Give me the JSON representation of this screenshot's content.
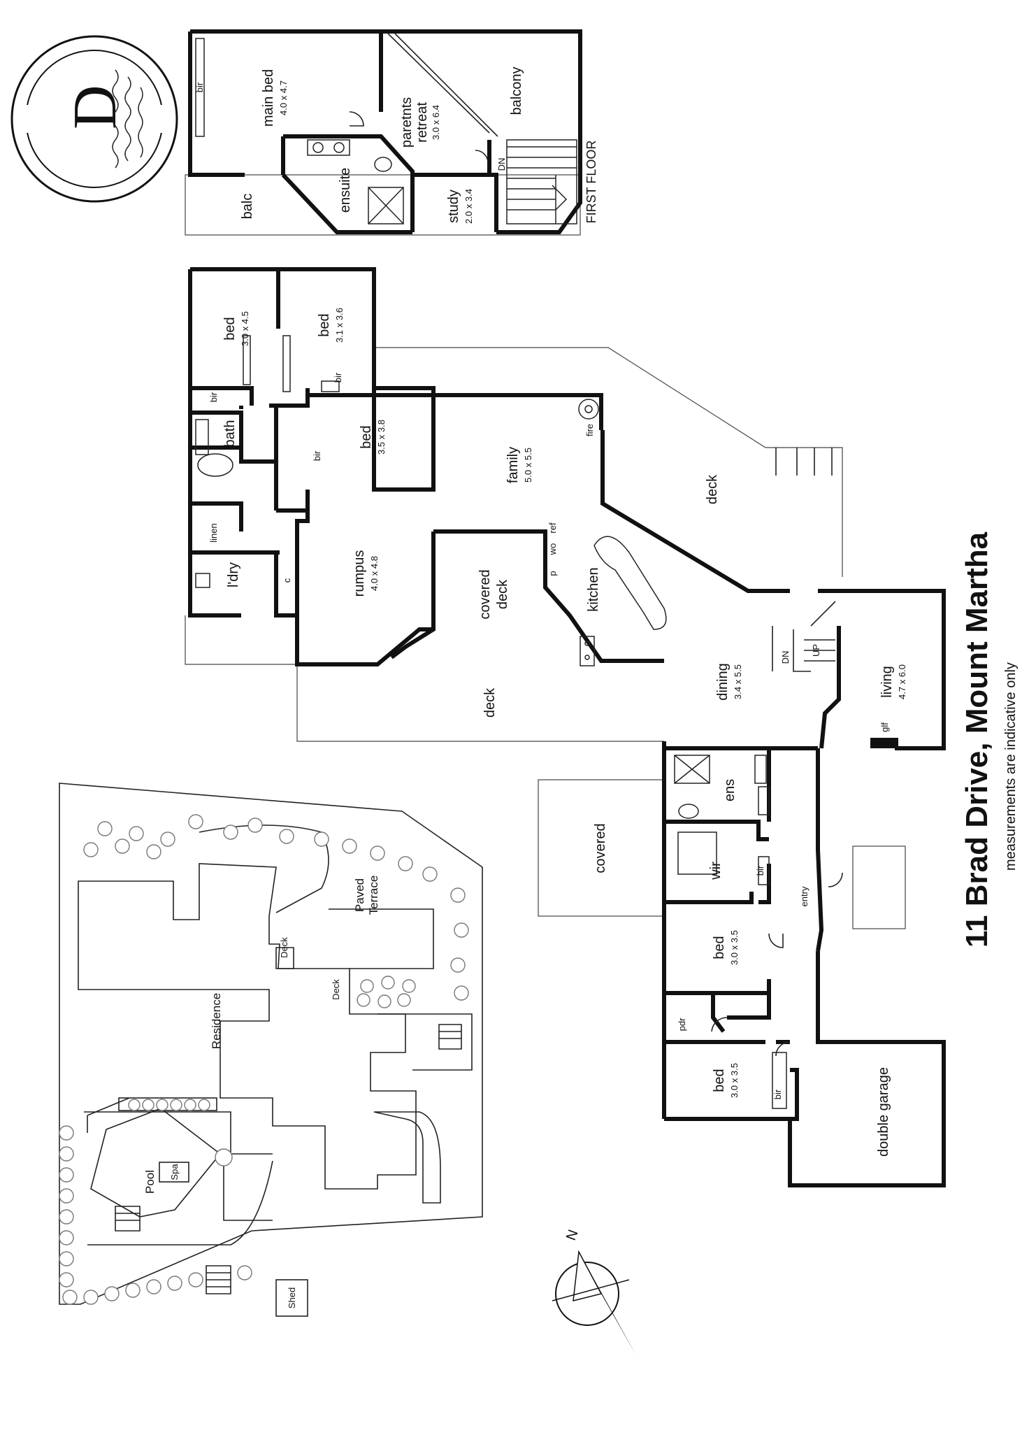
{
  "title": "11 Brad Drive, Mount Martha",
  "subtitle": "measurements are indicative only",
  "floor_label": "FIRST FLOOR",
  "logo_letter": "D",
  "first_floor": {
    "main_bed": {
      "name": "main bed",
      "dims": "4.0 x 4.7"
    },
    "retreat": {
      "name": "paretnts\nretreat",
      "line1": "paretnts",
      "line2": "retreat",
      "dims": "3.0 x 6.4"
    },
    "balcony": "balcony",
    "ensuite": "ensuite",
    "study": {
      "name": "study",
      "dims": "2.0 x 3.4"
    },
    "balc": "balc",
    "bir": "bir",
    "dn": "DN"
  },
  "ground_floor": {
    "bed1": {
      "name": "bed",
      "dims": "3.0 x 4.5"
    },
    "bed2": {
      "name": "bed",
      "dims": "3.1 x 3.6"
    },
    "bed3": {
      "name": "bed",
      "dims": "3.5 x 3.8"
    },
    "family": {
      "name": "family",
      "dims": "5.0 x 5.5"
    },
    "rumpus": {
      "name": "rumpus",
      "dims": "4.0 x 4.8"
    },
    "covered_deck": {
      "line1": "covered",
      "line2": "deck"
    },
    "kitchen": "kitchen",
    "deck_left": "deck",
    "deck_right": "deck",
    "dining": {
      "name": "dining",
      "dims": "3.4 x 5.5"
    },
    "living": {
      "name": "living",
      "dims": "4.7 x 6.0"
    },
    "covered": "covered",
    "ens": "ens",
    "wir": "wir",
    "entry": "entry",
    "bed4": {
      "name": "bed",
      "dims": "3.0 x 3.5"
    },
    "bed5": {
      "name": "bed",
      "dims": "3.0 x 3.5"
    },
    "double_garage": "double garage",
    "bath": "bath",
    "linen": "linen",
    "ldry": "l'dry",
    "c": "c",
    "pdr": "pdr",
    "fire": "fire",
    "glf": "glf",
    "p": "p",
    "wo": "wo",
    "ref": "ref",
    "bir": "bir",
    "dn": "DN",
    "up": "UP"
  },
  "site_plan": {
    "residence": "Residence",
    "paved_terrace": {
      "line1": "Paved",
      "line2": "Terrace"
    },
    "deck1": "Deck",
    "deck2": "Deck",
    "pool": "Pool",
    "spa": "Spa",
    "shed": "Shed"
  },
  "compass": {
    "letter": "N"
  }
}
